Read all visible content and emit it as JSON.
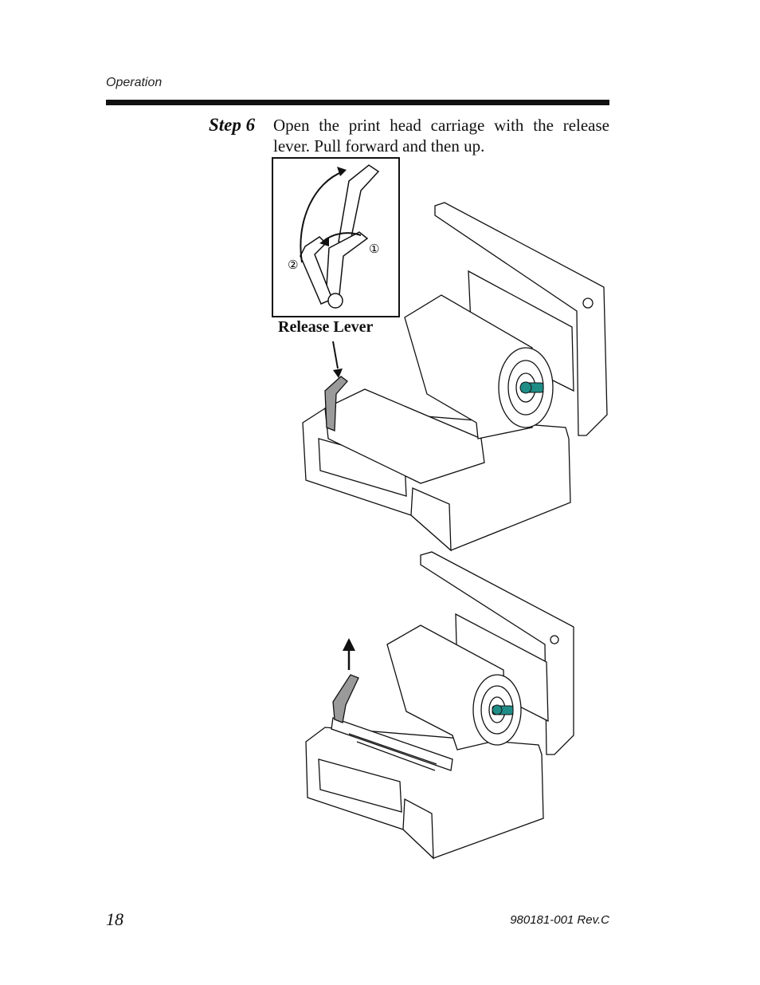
{
  "header": {
    "section": "Operation"
  },
  "step": {
    "label": "Step 6",
    "text": "Open the print head carriage with the release lever. Pull forward and then up."
  },
  "inset": {
    "marker_1": "①",
    "marker_2": "②"
  },
  "callout": {
    "label": "Release Lever"
  },
  "footer": {
    "page_number": "18",
    "doc_ref": "980181-001 Rev.C"
  },
  "colors": {
    "ink": "#111111",
    "accent_teal": "#1f8c86",
    "lever_gray": "#9a9a9a"
  },
  "icons": [
    "release-lever-illustration",
    "printer-illustration",
    "up-arrow-icon"
  ]
}
